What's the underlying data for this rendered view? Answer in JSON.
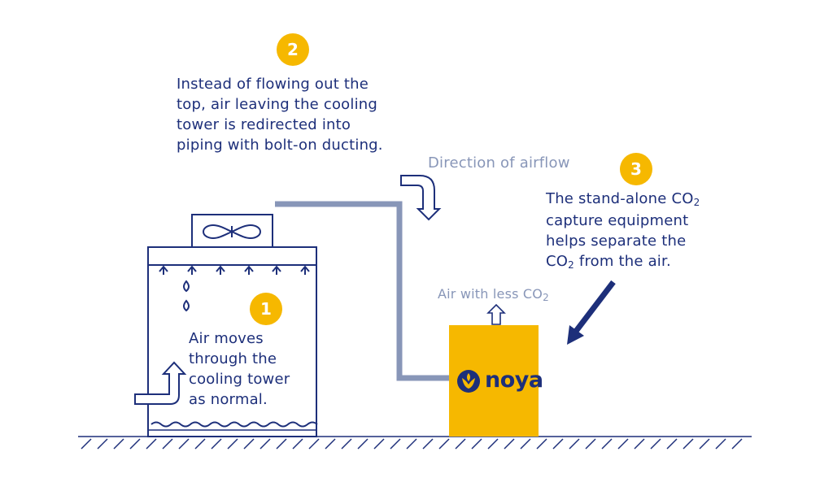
{
  "steps": [
    {
      "number": "1",
      "lines": [
        "Air moves",
        "through the",
        "cooling tower",
        "as normal."
      ]
    },
    {
      "number": "2",
      "lines": [
        "Instead of flowing out the",
        "top, air leaving the cooling",
        "tower is redirected into",
        "piping with bolt-on ducting."
      ]
    },
    {
      "number": "3",
      "lines": [
        "The stand-alone CO",
        "capture equipment",
        "helps separate the",
        "CO",
        " from the air."
      ]
    }
  ],
  "subscript": "2",
  "labels": {
    "airflow": "Direction of airflow",
    "less_co2": "Air with less CO"
  },
  "logo": {
    "text": "noya"
  },
  "colors": {
    "navy": "#1d2f7a",
    "yellow": "#f6b800",
    "pipe": "#8896b8"
  }
}
